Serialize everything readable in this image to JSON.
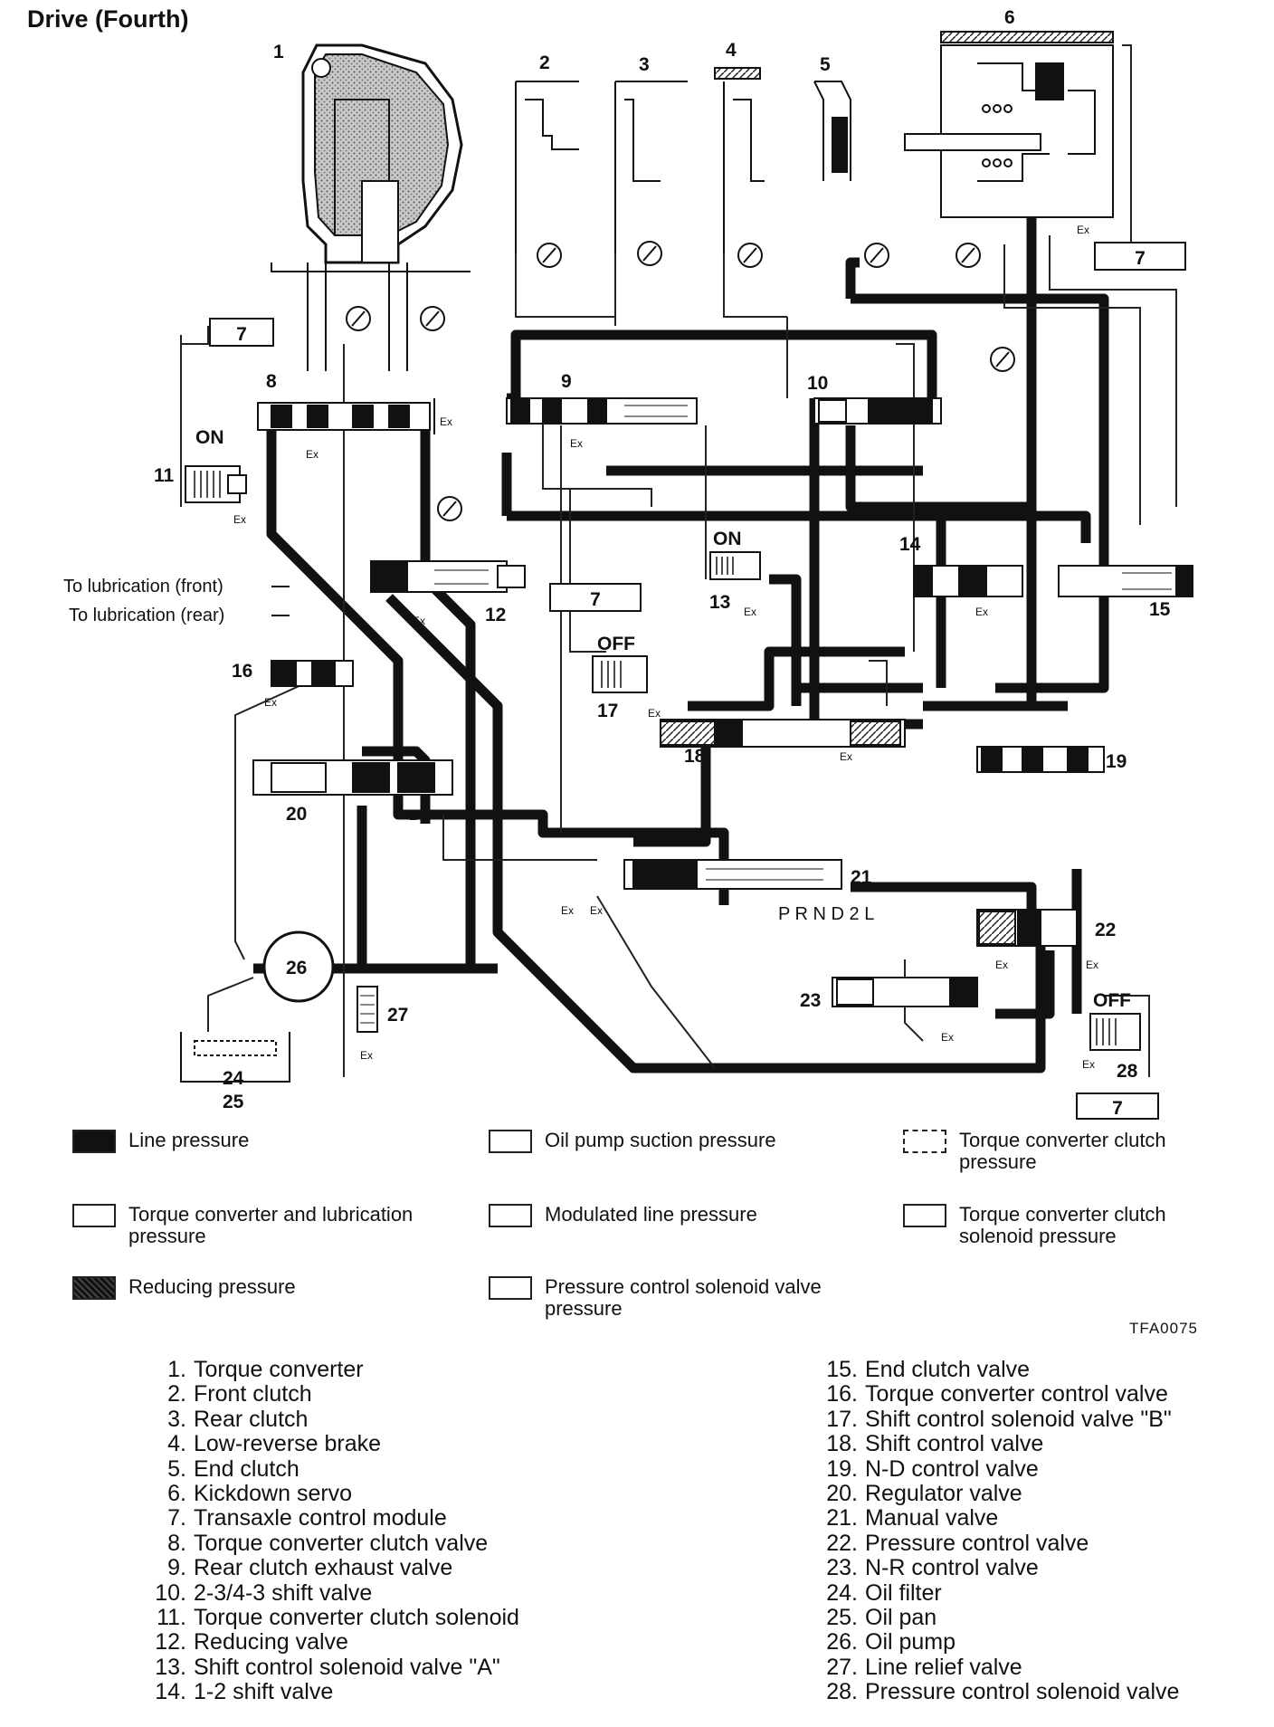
{
  "title": "Drive (Fourth)",
  "callouts": {
    "c1": "1",
    "c2": "2",
    "c3": "3",
    "c4": "4",
    "c5": "5",
    "c6": "6",
    "c8": "8",
    "c9": "9",
    "c10": "10",
    "c11": "11",
    "c12": "12",
    "c13": "13",
    "c14": "14",
    "c15": "15",
    "c16": "16",
    "c17": "17",
    "c18": "18",
    "c19": "19",
    "c20": "20",
    "c21": "21",
    "c22": "22",
    "c23": "23",
    "c24": "24",
    "c25": "25",
    "c26": "26",
    "c27": "27",
    "c28": "28"
  },
  "tcm_label": "7",
  "solenoid_states": {
    "s11": "ON",
    "s13": "ON",
    "s17": "OFF",
    "s28": "OFF"
  },
  "lubrication": {
    "front": "To lubrication (front)",
    "rear": "To lubrication (rear)"
  },
  "manual_valve_positions": "P R N D 2 L",
  "exhaust_label": "Ex",
  "legend": {
    "line_pressure": "Line pressure",
    "oil_pump_suction": "Oil pump suction pressure",
    "tcc_pressure": "Torque converter clutch pressure",
    "tc_lubrication": "Torque converter and lubrication pressure",
    "modulated_line": "Modulated line pressure",
    "tcc_solenoid": "Torque converter clutch solenoid pressure",
    "reducing": "Reducing pressure",
    "pcs_valve": "Pressure control solenoid valve pressure",
    "figure_code": "TFA0075"
  },
  "parts_left": [
    {
      "num": "1.",
      "name": "Torque converter"
    },
    {
      "num": "2.",
      "name": "Front clutch"
    },
    {
      "num": "3.",
      "name": "Rear clutch"
    },
    {
      "num": "4.",
      "name": "Low-reverse brake"
    },
    {
      "num": "5.",
      "name": "End clutch"
    },
    {
      "num": "6.",
      "name": "Kickdown servo"
    },
    {
      "num": "7.",
      "name": "Transaxle control module"
    },
    {
      "num": "8.",
      "name": "Torque converter clutch valve"
    },
    {
      "num": "9.",
      "name": "Rear clutch exhaust valve"
    },
    {
      "num": "10.",
      "name": "2-3/4-3 shift valve"
    },
    {
      "num": "11.",
      "name": "Torque converter clutch solenoid"
    },
    {
      "num": "12.",
      "name": "Reducing valve"
    },
    {
      "num": "13.",
      "name": "Shift control solenoid valve \"A\""
    },
    {
      "num": "14.",
      "name": "1-2 shift valve"
    }
  ],
  "parts_right": [
    {
      "num": "15.",
      "name": "End clutch valve"
    },
    {
      "num": "16.",
      "name": "Torque converter control valve"
    },
    {
      "num": "17.",
      "name": "Shift control solenoid valve \"B\""
    },
    {
      "num": "18.",
      "name": "Shift control valve"
    },
    {
      "num": "19.",
      "name": "N-D control valve"
    },
    {
      "num": "20.",
      "name": "Regulator valve"
    },
    {
      "num": "21.",
      "name": "Manual valve"
    },
    {
      "num": "22.",
      "name": "Pressure control valve"
    },
    {
      "num": "23.",
      "name": "N-R control valve"
    },
    {
      "num": "24.",
      "name": "Oil filter"
    },
    {
      "num": "25.",
      "name": "Oil pan"
    },
    {
      "num": "26.",
      "name": "Oil pump"
    },
    {
      "num": "27.",
      "name": "Line relief valve"
    },
    {
      "num": "28.",
      "name": "Pressure control solenoid valve"
    }
  ]
}
